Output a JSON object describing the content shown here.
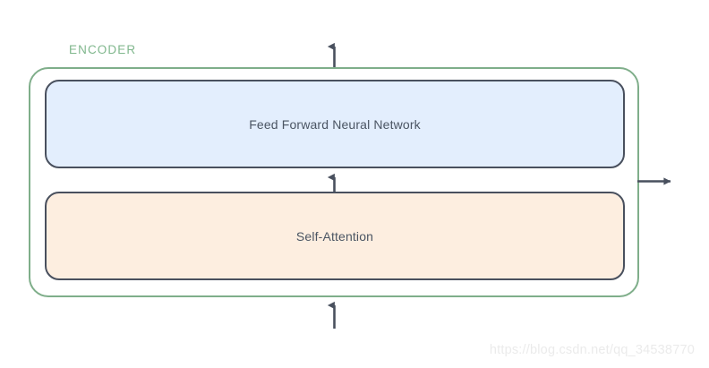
{
  "diagram": {
    "title_label": "ENCODER",
    "blocks": [
      {
        "id": "feed-forward-neural-network",
        "label": "Feed Forward Neural Network",
        "fill": "#e3eefd",
        "stroke": "#49505e"
      },
      {
        "id": "self-attention",
        "label": "Self-Attention",
        "fill": "#fdeee0",
        "stroke": "#49505e"
      }
    ],
    "container": {
      "stroke": "#7fae8a",
      "fill": "#ffffff"
    },
    "arrows": [
      {
        "id": "input-arrow",
        "direction": "up",
        "label": ""
      },
      {
        "id": "attention-to-ffn-arrow",
        "direction": "up",
        "label": ""
      },
      {
        "id": "output-arrow-top",
        "direction": "up",
        "label": ""
      },
      {
        "id": "output-arrow-right",
        "direction": "right",
        "label": ""
      }
    ],
    "arrow_color": "#49505e",
    "text_color": "#4b5563"
  },
  "watermark": {
    "text": "https://blog.csdn.net/qq_34538770",
    "color": "#ebebeb"
  }
}
